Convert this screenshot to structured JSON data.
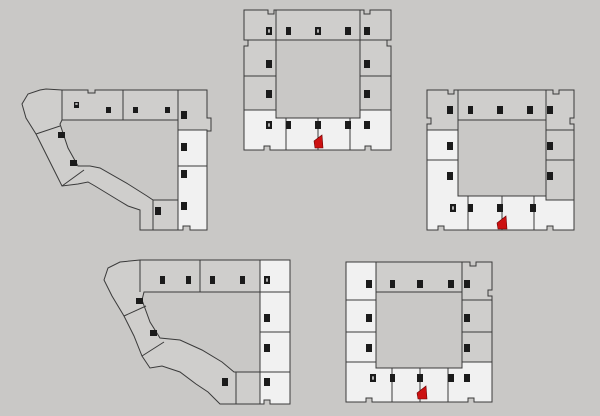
{
  "scene": {
    "background_color": "#c9c8c6",
    "building_color": "#cfcecc",
    "lit_area_color": "#f1f1f1",
    "outline_color": "#3a3a3a",
    "highlight_color": "#cc1111"
  },
  "floor_plans": [
    {
      "shape": "square",
      "highlighted": true
    },
    {
      "shape": "irregular",
      "highlighted": false
    },
    {
      "shape": "square",
      "highlighted": true
    },
    {
      "shape": "irregular",
      "highlighted": false
    },
    {
      "shape": "square",
      "highlighted": true
    }
  ]
}
